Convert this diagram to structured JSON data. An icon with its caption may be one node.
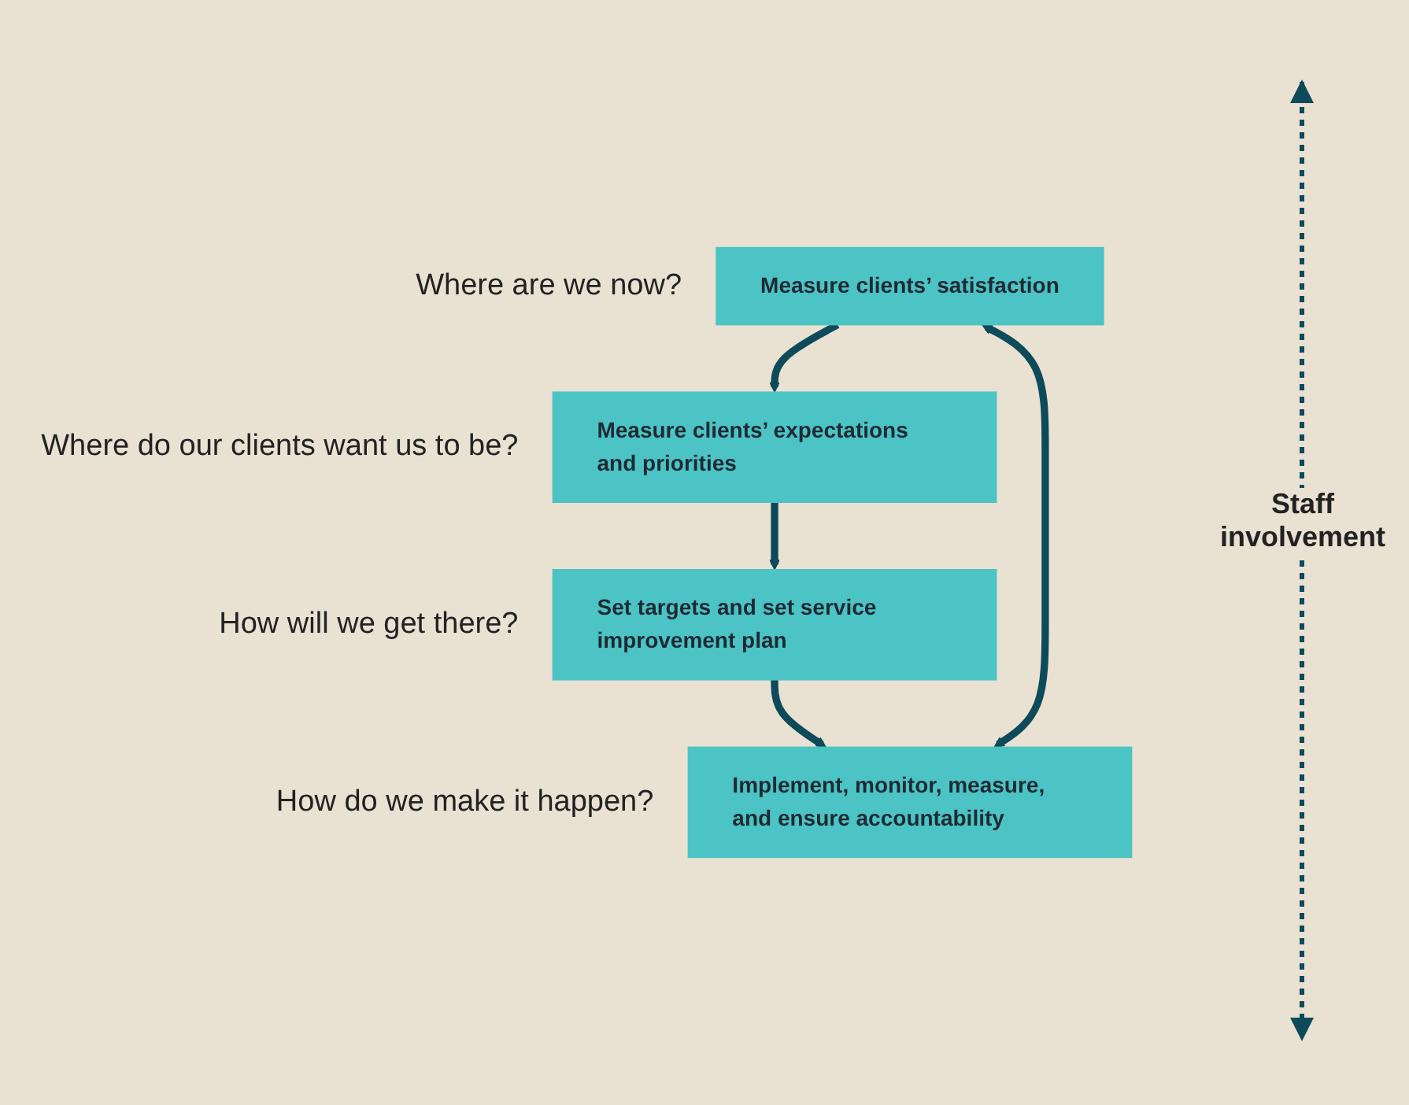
{
  "diagram": {
    "nodes": [
      {
        "text": [
          "Measure clients’ satisfaction"
        ],
        "beside": [
          "Where are we now?"
        ]
      },
      {
        "text": [
          "Measure clients’ expectations and priorities"
        ],
        "beside": [
          "Where do our clients want us to be?"
        ]
      },
      {
        "text": [
          "Set targets and set service improvement plan"
        ],
        "beside": [
          "How will we get there?"
        ]
      },
      {
        "text": [
          "Implement, monitor, measure, and ensure accountability"
        ],
        "beside": [
          "How do we make it happen?"
        ]
      }
    ],
    "edges": [
      {
        "from": 0,
        "to": 1,
        "arrow": "to"
      },
      {
        "from": 1,
        "to": 2,
        "arrow": "to"
      },
      {
        "from": 2,
        "to": 3,
        "arrow": "to"
      },
      {
        "from": 3,
        "to": 0,
        "arrow": "both"
      }
    ],
    "labels": [
      "Staff involvement"
    ]
  }
}
